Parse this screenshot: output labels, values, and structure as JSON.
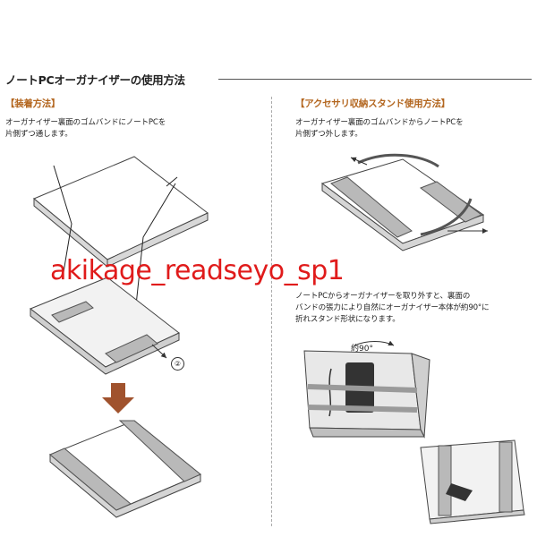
{
  "page": {
    "title": "ノートPCオーガナイザーの使用方法"
  },
  "left_section": {
    "heading": "【装着方法】",
    "text": "オーガナイザー裏面のゴムバンドにノートPCを\n片側ずつ通します。",
    "step_label": "②"
  },
  "right_section": {
    "heading": "【アクセサリ収納スタンド使用方法】",
    "text1": "オーガナイザー裏面のゴムバンドからノートPCを\n片側ずつ外します。",
    "text2": "ノートPCからオーガナイザーを取り外すと、裏面の\nバンドの張力により自然にオーガナイザー本体が約90°に\n折れスタンド形状になります。",
    "angle_label": "約90°"
  },
  "watermark": "akikage_readseyo_sp1",
  "colors": {
    "heading_accent": "#b3661f",
    "watermark": "#e01b1b",
    "band_gray": "#b9b9b9",
    "arrow_brown": "#a0522d"
  }
}
